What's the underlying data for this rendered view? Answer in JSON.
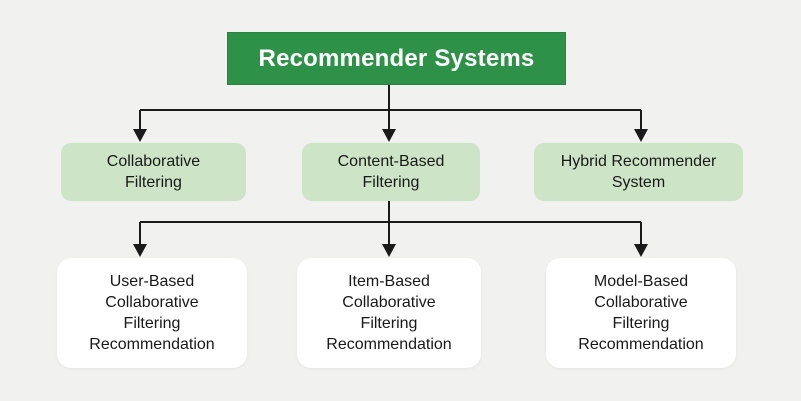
{
  "diagram": {
    "root": {
      "label": "Recommender Systems"
    },
    "branches": [
      {
        "label": "Collaborative\nFiltering"
      },
      {
        "label": "Content-Based\nFiltering"
      },
      {
        "label": "Hybrid Recommender\nSystem"
      }
    ],
    "leaves": [
      {
        "label": "User-Based\nCollaborative\nFiltering\nRecommendation"
      },
      {
        "label": "Item-Based\nCollaborative\nFiltering\nRecommendation"
      },
      {
        "label": "Model-Based\nCollaborative\nFiltering\nRecommendation"
      }
    ],
    "colors": {
      "background": "#f1f2ef",
      "root_fill": "#2e9148",
      "root_text": "#ffffff",
      "branch_fill": "#cde4c6",
      "leaf_fill": "#ffffff",
      "node_text": "#191919",
      "line": "#1a1a1a"
    }
  }
}
